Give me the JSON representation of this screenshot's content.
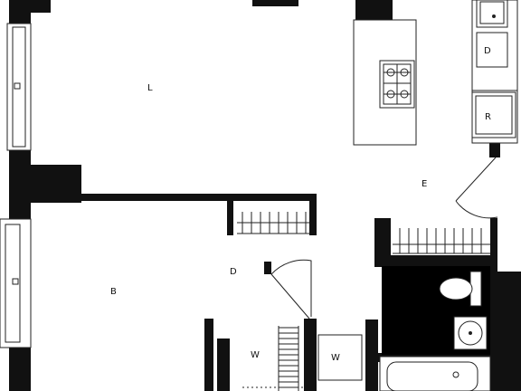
{
  "rooms": {
    "living": "L",
    "bedroom": "B",
    "entry": "E",
    "den": "D",
    "walk_in_closet": "W"
  },
  "fixtures": {
    "dishwasher": "D",
    "refrigerator": "R",
    "washer": "W"
  },
  "colors": {
    "wall": "#111111",
    "line": "#222222",
    "floor": "#ffffff"
  },
  "icons": [
    "stove-icon",
    "sink-icon",
    "toilet-icon",
    "bathtub-icon",
    "door-swing-icon",
    "window-icon",
    "shelf-icon"
  ]
}
